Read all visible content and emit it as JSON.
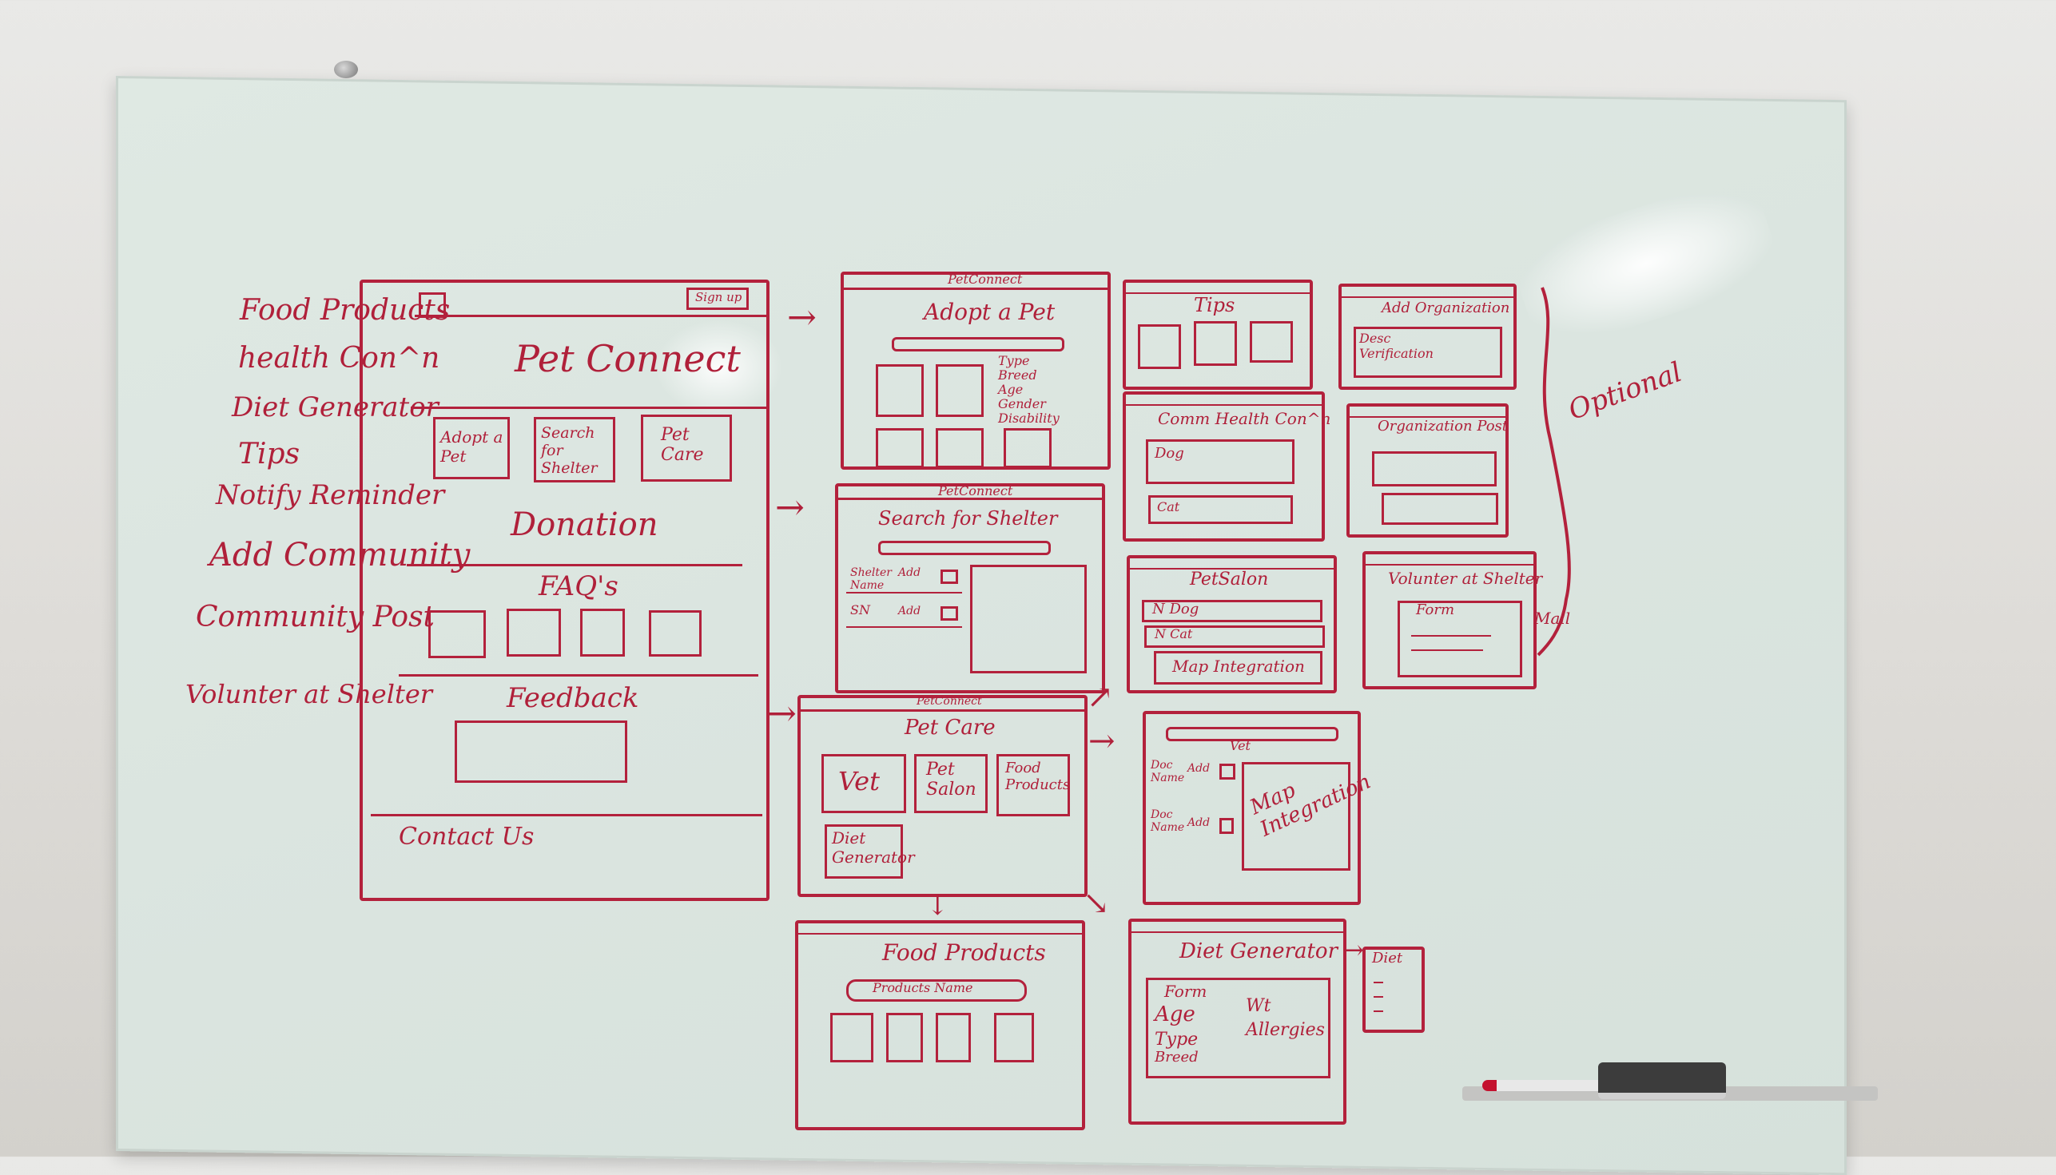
{
  "left_list": [
    "Food Products",
    "health Con^n",
    "Diet Generator",
    "Tips",
    "Notify Reminder",
    "Add Community",
    "Community Post",
    "Volunter at Shelter"
  ],
  "main_page": {
    "signup": "Sign up",
    "title": "Pet Connect",
    "buttons": [
      "Adopt a Pet",
      "Search for Shelter",
      "Pet Care"
    ],
    "donation": "Donation",
    "faqs": "FAQ's",
    "feedback": "Feedback",
    "contact": "Contact Us"
  },
  "adopt": {
    "brand": "PetConnect",
    "title": "Adopt a Pet",
    "filters": [
      "Type",
      "Breed",
      "Age",
      "Gender",
      "Disability"
    ]
  },
  "shelter": {
    "brand": "PetConnect",
    "title": "Search for Shelter",
    "row1": "Shelter Name",
    "row2": "SN",
    "add": "Add"
  },
  "petcare": {
    "brand": "PetConnect",
    "title": "Pet Care",
    "items": [
      "Vet",
      "Pet Salon",
      "Food Products",
      "Diet Generator"
    ]
  },
  "tips": {
    "title": "Tips"
  },
  "comm": {
    "title": "Comm Health Con^n",
    "items": [
      "Dog",
      "Cat"
    ]
  },
  "salon": {
    "title": "PetSalon",
    "items": [
      "N Dog",
      "N Cat"
    ],
    "map": "Map Integration"
  },
  "vet": {
    "title": "Vet",
    "doc": "Doc Name",
    "add": "Add",
    "map": "Map Integration"
  },
  "food": {
    "title": "Food Products",
    "search": "Products Name"
  },
  "diet": {
    "title": "Diet Generator",
    "form": "Form",
    "age": "Age",
    "type": "Type",
    "breed": "Breed",
    "wt": "Wt",
    "allergies": "Allergies",
    "output": "Diet"
  },
  "add_org": {
    "title": "Add Organization",
    "desc": "Desc Verification"
  },
  "org_post": {
    "title": "Organization Post"
  },
  "volunteer": {
    "title": "Volunter at Shelter",
    "form": "Form",
    "mail": "Mail"
  },
  "optional": "Optional"
}
